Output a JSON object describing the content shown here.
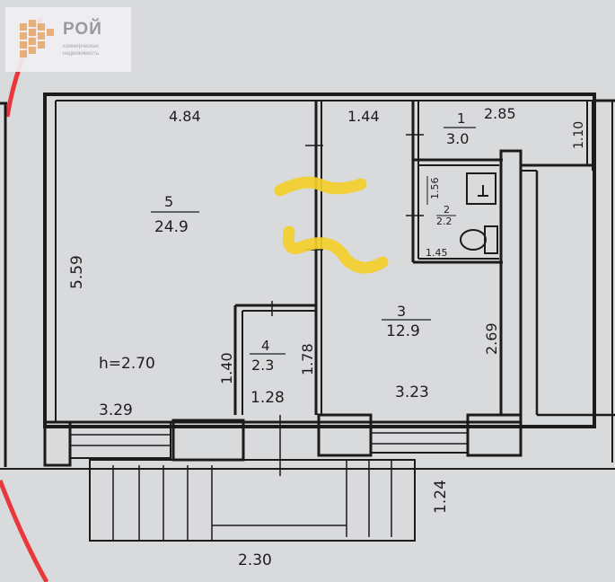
{
  "logo": {
    "title": "РОЙ",
    "subtitle": "коммерческая недвижимость"
  },
  "colors": {
    "background": "#d9dadc",
    "wall": "#1b1b1c",
    "red_arc": "#e8383c",
    "highlight": "#f3cf2a"
  },
  "rooms": [
    {
      "number": "5",
      "area": "24.9"
    },
    {
      "number": "4",
      "area": "2.3"
    },
    {
      "number": "3",
      "area": "12.9"
    },
    {
      "number": "2",
      "area": "2.2"
    },
    {
      "number": "1",
      "area": "3.0"
    }
  ],
  "ceiling_height": "h=2.70",
  "dimensions": {
    "top_room5": "4.84",
    "top_corridor": "1.44",
    "top_room1": "2.85",
    "room1_depth": "1.10",
    "room2_width": "1.56",
    "room2_depth": "1.45",
    "room5_depth": "5.59",
    "room4_height": "1.40",
    "room4_height2": "1.78",
    "room3_depth": "2.69",
    "bottom_left": "3.29",
    "bottom_mid": "1.28",
    "bottom_right": "3.23",
    "stairs_depth": "1.24",
    "stairs_width": "2.30"
  }
}
